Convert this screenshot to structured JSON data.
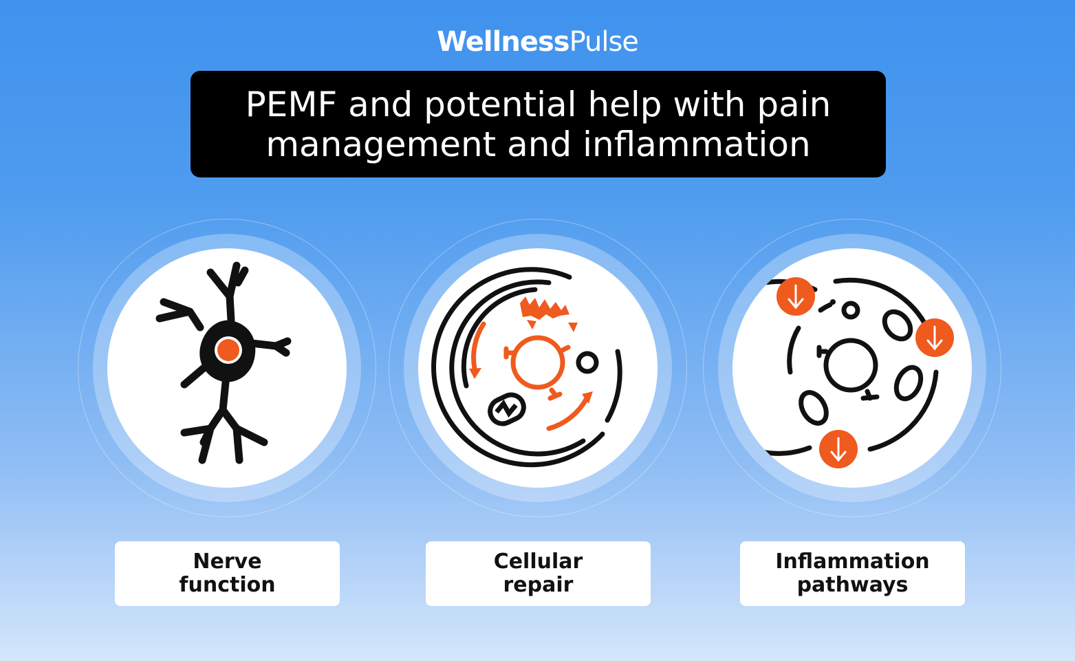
{
  "brand": {
    "part1": "Wellness",
    "part2": "Pulse"
  },
  "title": "PEMF and potential help with pain management and inflammation",
  "cards": [
    {
      "label": "Nerve function",
      "icon": "neuron-icon"
    },
    {
      "label": "Cellular repair",
      "icon": "cell-repair-icon"
    },
    {
      "label": "Inflammation pathways",
      "icon": "cell-inflammation-icon"
    }
  ],
  "colors": {
    "accent": "#ef5a1e",
    "background_top": "#3f92ee",
    "background_bottom": "#d4e6fb",
    "title_bg": "#000000"
  }
}
